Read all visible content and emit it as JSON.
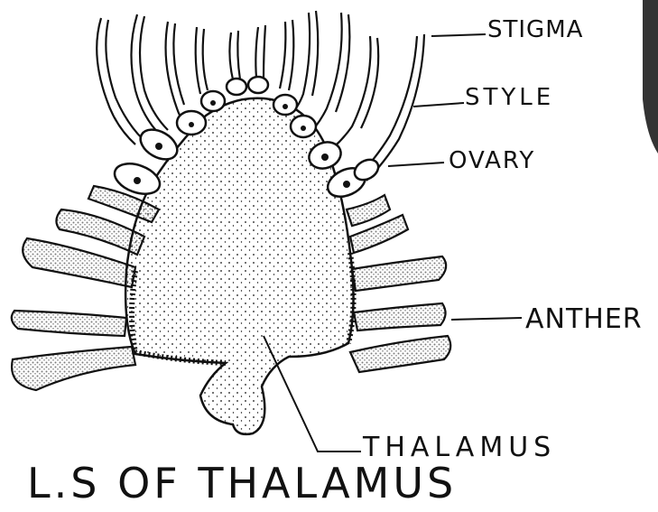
{
  "figure": {
    "labels": {
      "stigma": "STIGMA",
      "style": "STYLE",
      "ovary": "OVARY",
      "anther": "ANTHER",
      "thalamus": "THALAMUS"
    },
    "caption": "L.S OF THALAMUS"
  },
  "colors": {
    "ink": "#111111",
    "paper": "#ffffff"
  }
}
